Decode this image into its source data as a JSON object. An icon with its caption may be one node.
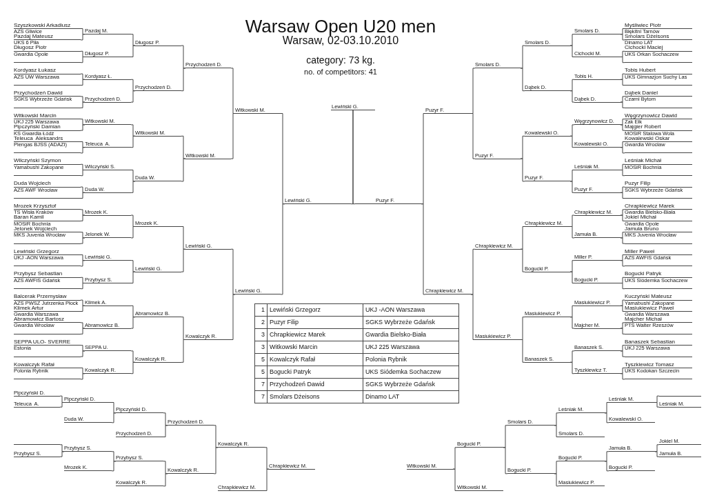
{
  "diagram": {
    "title": "Warsaw Open U20 men",
    "nodes": [
      {
        "text": [
          "Szyszkowski Arkadiusz",
          "AZS Gliwice"
        ]
      },
      {
        "text": [
          "Pazdaj Mateusz",
          "UKS 6 Piła"
        ]
      },
      {
        "text": [
          "Długosz Piotr",
          "Gwardia Opole"
        ]
      },
      {
        "text": [],
        "shape": "line"
      },
      {
        "text": [
          "Kordyasz Łukasz",
          "AZS UW Warszawa"
        ]
      },
      {
        "text": [],
        "shape": "line"
      },
      {
        "text": [
          "Przychodzeń Dawid",
          "SGKS Wybrzeże Gdańsk"
        ]
      },
      {
        "text": [],
        "shape": "line"
      },
      {
        "text": [
          "Witkowski Marcin",
          "UKJ 225 Warszawa"
        ]
      },
      {
        "text": [
          "Pipczyński Damian",
          "KS Gwardia Łódź"
        ]
      },
      {
        "text": [
          "Teleuca  Aleksandrs",
          "Piengas BJSS (ADAZI)"
        ]
      },
      {
        "text": [],
        "shape": "line"
      },
      {
        "text": [
          "Wilczyński Szymon",
          "Yamabushi Zakopane"
        ]
      },
      {
        "text": [],
        "shape": "line"
      },
      {
        "text": [
          "Duda Wojciech",
          "AZS AWF Wrocław"
        ]
      },
      {
        "text": [],
        "shape": "line"
      },
      {
        "text": [
          "Mrozek Krzysztof",
          "TS Wisła Kraków"
        ]
      },
      {
        "text": [
          "Baran Kamil",
          "MOSiR Bochnia"
        ]
      },
      {
        "text": [
          "Jelonek Wojciech",
          "MKS Juvenia Wrocław"
        ]
      },
      {
        "text": [],
        "shape": "line"
      },
      {
        "text": [
          "Lewiński Grzegorz",
          "UKJ -AON Warszawa"
        ]
      },
      {
        "text": [],
        "shape": "line"
      },
      {
        "text": [
          "Przybysz Sebastian",
          "AZS AWFiS Gdańsk"
        ]
      },
      {
        "text": [],
        "shape": "line"
      },
      {
        "text": [
          "Balcerak Przemysław",
          "AZS PWSZ Jutrzenka Płock"
        ]
      },
      {
        "text": [
          "Klimek Artur",
          "Gwardia Warszawa"
        ]
      },
      {
        "text": [
          "Abramowicz Bartosz",
          "Gwardia Wrocław"
        ]
      },
      {
        "text": [],
        "shape": "line"
      },
      {
        "text": [
          "SEPPA ULO- SVERRE",
          "Estonia"
        ]
      },
      {
        "text": [],
        "shape": "line"
      },
      {
        "text": [
          "Kowalczyk Rafał",
          "Polonia Rybnik"
        ]
      },
      {
        "text": [],
        "shape": "line"
      },
      {
        "text": [
          "Pazdaj M."
        ]
      },
      {
        "text": [
          "Długosz P."
        ]
      },
      {
        "text": [
          "Kordyasz Ł."
        ]
      },
      {
        "text": [
          "Przychodzeń D."
        ]
      },
      {
        "text": [
          "Witkowski M."
        ]
      },
      {
        "text": [
          "Teleuca  A."
        ]
      },
      {
        "text": [
          "Wilczyński S."
        ]
      },
      {
        "text": [
          "Duda W."
        ]
      },
      {
        "text": [
          "Mrozek K."
        ]
      },
      {
        "text": [
          "Jelonek W."
        ]
      },
      {
        "text": [
          "Lewiński G."
        ]
      },
      {
        "text": [
          "Przybysz S."
        ]
      },
      {
        "text": [
          "Klimek A."
        ]
      },
      {
        "text": [
          "Abramowicz B."
        ]
      },
      {
        "text": [
          "SEPPA U."
        ]
      },
      {
        "text": [
          "Kowalczyk R."
        ]
      },
      {
        "text": [
          "Długosz P."
        ]
      },
      {
        "text": [
          "Przychodzeń D."
        ]
      },
      {
        "text": [
          "Witkowski M."
        ]
      },
      {
        "text": [
          "Duda W."
        ]
      },
      {
        "text": [
          "Mrozek K."
        ]
      },
      {
        "text": [
          "Lewiński G."
        ]
      },
      {
        "text": [
          "Abramowicz B."
        ]
      },
      {
        "text": [
          "Kowalczyk R."
        ]
      },
      {
        "text": [
          "Przychodzeń D."
        ]
      },
      {
        "text": [
          "Witkowski M."
        ]
      },
      {
        "text": [
          "Lewiński G."
        ]
      },
      {
        "text": [
          "Kowalczyk R."
        ]
      },
      {
        "text": [
          "Witkowski M."
        ]
      },
      {
        "text": [
          "Lewiński G."
        ]
      },
      {
        "text": [
          "Lewiński G."
        ]
      },
      {
        "text": [
          "Lewiński G."
        ]
      },
      {
        "text": [
          "Puzyr F."
        ]
      },
      {
        "text": [
          "Puzyr F."
        ]
      },
      {
        "text": [
          "Chrapkiewicz M."
        ]
      },
      {
        "text": [
          "Smolars D."
        ]
      },
      {
        "text": [
          "Puzyr F."
        ]
      },
      {
        "text": [
          "Chrapkiewicz M."
        ]
      },
      {
        "text": [
          "Masiukiewicz P."
        ]
      },
      {
        "text": [
          "Smolars D."
        ]
      },
      {
        "text": [
          "Dąbek D."
        ]
      },
      {
        "text": [
          "Kowalewski O."
        ]
      },
      {
        "text": [
          "Puzyr F."
        ]
      },
      {
        "text": [
          "Chrapkiewicz M."
        ]
      },
      {
        "text": [
          "Bogucki P."
        ]
      },
      {
        "text": [
          "Masiukiewicz P."
        ]
      },
      {
        "text": [
          "Banaszek S."
        ]
      },
      {
        "text": [
          "Smolars D."
        ]
      },
      {
        "text": [
          "Cichocki M."
        ]
      },
      {
        "text": [
          "Tobis H."
        ]
      },
      {
        "text": [
          "Dąbek D."
        ]
      },
      {
        "text": [
          "Węgrzynowicz D."
        ]
      },
      {
        "text": [
          "Kowalewski O."
        ]
      },
      {
        "text": [
          "Leśniak M."
        ]
      },
      {
        "text": [
          "Puzyr F."
        ]
      },
      {
        "text": [
          "Chrapkiewicz M."
        ]
      },
      {
        "text": [
          "Jamuła B."
        ]
      },
      {
        "text": [
          "Miller P."
        ]
      },
      {
        "text": [
          "Bogucki P."
        ]
      },
      {
        "text": [
          "Masiukiewicz P."
        ]
      },
      {
        "text": [
          "Majcher M."
        ]
      },
      {
        "text": [
          "Banaszek S."
        ]
      },
      {
        "text": [
          "Tyszkiewicz T."
        ]
      },
      {
        "text": [
          "Myśliwiec Piotr",
          "Błękitni Tarnów"
        ]
      },
      {
        "text": [
          "Smolars Dżeisons",
          "Dinamo LAT"
        ]
      },
      {
        "text": [
          "Cichocki Maciej",
          "UKS Orkan Sochaczew"
        ]
      },
      {
        "text": [],
        "shape": "line"
      },
      {
        "text": [
          "Tobis Hubert",
          "UKS Gimnazjon Suchy Las"
        ]
      },
      {
        "text": [],
        "shape": "line"
      },
      {
        "text": [
          "Dąbek Daniel",
          "Czarni Bytom"
        ]
      },
      {
        "text": [],
        "shape": "line"
      },
      {
        "text": [
          "Węgrzynowicz Dawid",
          "Zak Ełk"
        ]
      },
      {
        "text": [
          "Majgier Robert",
          "MOSiR Stalowa Wola"
        ]
      },
      {
        "text": [
          "Kowalewski Oskar",
          "Gwardia Wrocław"
        ]
      },
      {
        "text": [],
        "shape": "line"
      },
      {
        "text": [
          "Leśniak Michał",
          "MOSiR Bochnia"
        ]
      },
      {
        "text": [],
        "shape": "line"
      },
      {
        "text": [
          "Puzyr Filip",
          "SGKS Wybrzeże Gdańsk"
        ]
      },
      {
        "text": [],
        "shape": "line"
      },
      {
        "text": [
          "Chrapkiewicz Marek",
          "Gwardia Bielsko-Biała"
        ]
      },
      {
        "text": [
          "Jokiel Michał",
          "Gwardia Opole"
        ]
      },
      {
        "text": [
          "Jamuła Bruno",
          "MKS Juvenia Wrocław"
        ]
      },
      {
        "text": [],
        "shape": "line"
      },
      {
        "text": [
          "Miller Paweł",
          "AZS AWFiS Gdańsk"
        ]
      },
      {
        "text": [],
        "shape": "line"
      },
      {
        "text": [
          "Bogucki Patryk",
          "UKS Siódemka Sochaczew"
        ]
      },
      {
        "text": [],
        "shape": "line"
      },
      {
        "text": [
          "Kuczyński Mateusz",
          "Yamabushi Zakopane"
        ]
      },
      {
        "text": [
          "Masiukiewicz Paweł",
          "Gwardia Warszawa"
        ]
      },
      {
        "text": [
          "Majcher Michał",
          "PTS Walter Rzeszów"
        ]
      },
      {
        "text": [],
        "shape": "line"
      },
      {
        "text": [
          "Banaszek Sebastian",
          "UKJ 225 Warszawa"
        ]
      },
      {
        "text": [],
        "shape": "line"
      },
      {
        "text": [
          "Tyszkiewicz Tomasz",
          "UKS Kodokan Szczecin"
        ]
      },
      {
        "text": [],
        "shape": "line"
      },
      {
        "text": [
          "Pipczyński D."
        ]
      },
      {
        "text": [
          "Teleuca  A."
        ]
      },
      {
        "text": [],
        "shape": "line"
      },
      {
        "text": [
          "Przybysz S."
        ]
      },
      {
        "text": [
          "Pipczyński D."
        ]
      },
      {
        "text": [
          "Duda W."
        ]
      },
      {
        "text": [
          "Przybysz S."
        ]
      },
      {
        "text": [
          "Mrozek K."
        ]
      },
      {
        "text": [
          "Pipczyński D."
        ]
      },
      {
        "text": [
          "Przychodzeń D."
        ]
      },
      {
        "text": [
          "Przybysz S."
        ]
      },
      {
        "text": [
          "Kowalczyk R."
        ]
      },
      {
        "text": [
          "Przychodzeń D."
        ]
      },
      {
        "text": [
          "Kowalczyk R."
        ]
      },
      {
        "text": [
          "Kowalczyk R."
        ]
      },
      {
        "text": [
          "Chrapkiewicz M."
        ]
      },
      {
        "text": [
          "Chrapkiewicz M."
        ]
      },
      {
        "text": [
          "Witkowski M."
        ]
      },
      {
        "text": [
          "Bogucki P."
        ]
      },
      {
        "text": [
          "Witkowski M."
        ]
      },
      {
        "text": [
          "Smolars D."
        ]
      },
      {
        "text": [
          "Bogucki P."
        ]
      },
      {
        "text": [
          "Leśniak M."
        ]
      },
      {
        "text": [
          "Smolars D."
        ]
      },
      {
        "text": [
          "Bogucki P."
        ]
      },
      {
        "text": [
          "Masiukiewicz P."
        ]
      },
      {
        "text": [
          "Leśniak M."
        ]
      },
      {
        "text": [
          "Kowalewski O."
        ]
      },
      {
        "text": [
          "Jamuła B."
        ]
      },
      {
        "text": [
          "Bogucki P."
        ]
      },
      {
        "text": [],
        "shape": "line"
      },
      {
        "text": [
          "Leśniak M."
        ]
      },
      {
        "text": [
          "Jokiel M."
        ]
      },
      {
        "text": [
          "Jamuła B."
        ]
      }
    ],
    "edges": [
      {
        "from": 0,
        "to": 32,
        "arrow": "none"
      },
      {
        "from": 1,
        "to": 32,
        "arrow": "none"
      },
      {
        "from": 2,
        "to": 33,
        "arrow": "none"
      },
      {
        "from": 3,
        "to": 33,
        "arrow": "none"
      },
      {
        "from": 4,
        "to": 34,
        "arrow": "none"
      },
      {
        "from": 5,
        "to": 34,
        "arrow": "none"
      },
      {
        "from": 6,
        "to": 35,
        "arrow": "none"
      },
      {
        "from": 7,
        "to": 35,
        "arrow": "none"
      },
      {
        "from": 8,
        "to": 36,
        "arrow": "none"
      },
      {
        "from": 9,
        "to": 36,
        "arrow": "none"
      },
      {
        "from": 10,
        "to": 37,
        "arrow": "none"
      },
      {
        "from": 11,
        "to": 37,
        "arrow": "none"
      },
      {
        "from": 12,
        "to": 38,
        "arrow": "none"
      },
      {
        "from": 13,
        "to": 38,
        "arrow": "none"
      },
      {
        "from": 14,
        "to": 39,
        "arrow": "none"
      },
      {
        "from": 15,
        "to": 39,
        "arrow": "none"
      },
      {
        "from": 16,
        "to": 40,
        "arrow": "none"
      },
      {
        "from": 17,
        "to": 40,
        "arrow": "none"
      },
      {
        "from": 18,
        "to": 41,
        "arrow": "none"
      },
      {
        "from": 19,
        "to": 41,
        "arrow": "none"
      },
      {
        "from": 20,
        "to": 42,
        "arrow": "none"
      },
      {
        "from": 21,
        "to": 42,
        "arrow": "none"
      },
      {
        "from": 22,
        "to": 43,
        "arrow": "none"
      },
      {
        "from": 23,
        "to": 43,
        "arrow": "none"
      },
      {
        "from": 24,
        "to": 44,
        "arrow": "none"
      },
      {
        "from": 25,
        "to": 44,
        "arrow": "none"
      },
      {
        "from": 26,
        "to": 45,
        "arrow": "none"
      },
      {
        "from": 27,
        "to": 45,
        "arrow": "none"
      },
      {
        "from": 28,
        "to": 46,
        "arrow": "none"
      },
      {
        "from": 29,
        "to": 46,
        "arrow": "none"
      },
      {
        "from": 30,
        "to": 47,
        "arrow": "none"
      },
      {
        "from": 31,
        "to": 47,
        "arrow": "none"
      },
      {
        "from": 32,
        "to": 48,
        "arrow": "none"
      },
      {
        "from": 33,
        "to": 48,
        "arrow": "none"
      },
      {
        "from": 34,
        "to": 49,
        "arrow": "none"
      },
      {
        "from": 35,
        "to": 49,
        "arrow": "none"
      },
      {
        "from": 36,
        "to": 50,
        "arrow": "none"
      },
      {
        "from": 37,
        "to": 50,
        "arrow": "none"
      },
      {
        "from": 38,
        "to": 51,
        "arrow": "none"
      },
      {
        "from": 39,
        "to": 51,
        "arrow": "none"
      },
      {
        "from": 40,
        "to": 52,
        "arrow": "none"
      },
      {
        "from": 41,
        "to": 52,
        "arrow": "none"
      },
      {
        "from": 42,
        "to": 53,
        "arrow": "none"
      },
      {
        "from": 43,
        "to": 53,
        "arrow": "none"
      },
      {
        "from": 44,
        "to": 54,
        "arrow": "none"
      },
      {
        "from": 45,
        "to": 54,
        "arrow": "none"
      },
      {
        "from": 46,
        "to": 55,
        "arrow": "none"
      },
      {
        "from": 47,
        "to": 55,
        "arrow": "none"
      },
      {
        "from": 48,
        "to": 56,
        "arrow": "none"
      },
      {
        "from": 49,
        "to": 56,
        "arrow": "none"
      },
      {
        "from": 50,
        "to": 57,
        "arrow": "none"
      },
      {
        "from": 51,
        "to": 57,
        "arrow": "none"
      },
      {
        "from": 52,
        "to": 58,
        "arrow": "none"
      },
      {
        "from": 53,
        "to": 58,
        "arrow": "none"
      },
      {
        "from": 54,
        "to": 59,
        "arrow": "none"
      },
      {
        "from": 55,
        "to": 59,
        "arrow": "none"
      },
      {
        "from": 56,
        "to": 60,
        "arrow": "none"
      },
      {
        "from": 57,
        "to": 60,
        "arrow": "none"
      },
      {
        "from": 58,
        "to": 61,
        "arrow": "none"
      },
      {
        "from": 59,
        "to": 61,
        "arrow": "none"
      },
      {
        "from": 60,
        "to": 62,
        "arrow": "none"
      },
      {
        "from": 61,
        "to": 62,
        "arrow": "none"
      },
      {
        "from": 62,
        "to": 63,
        "arrow": "none"
      },
      {
        "from": 64,
        "to": 63,
        "arrow": "none"
      },
      {
        "from": 65,
        "to": 64,
        "arrow": "none"
      },
      {
        "from": 66,
        "to": 64,
        "arrow": "none"
      },
      {
        "from": 67,
        "to": 65,
        "arrow": "none"
      },
      {
        "from": 68,
        "to": 65,
        "arrow": "none"
      },
      {
        "from": 69,
        "to": 66,
        "arrow": "none"
      },
      {
        "from": 70,
        "to": 66,
        "arrow": "none"
      },
      {
        "from": 71,
        "to": 67,
        "arrow": "none"
      },
      {
        "from": 72,
        "to": 67,
        "arrow": "none"
      },
      {
        "from": 73,
        "to": 68,
        "arrow": "none"
      },
      {
        "from": 74,
        "to": 68,
        "arrow": "none"
      },
      {
        "from": 75,
        "to": 69,
        "arrow": "none"
      },
      {
        "from": 76,
        "to": 69,
        "arrow": "none"
      },
      {
        "from": 77,
        "to": 70,
        "arrow": "none"
      },
      {
        "from": 78,
        "to": 70,
        "arrow": "none"
      },
      {
        "from": 79,
        "to": 71,
        "arrow": "none"
      },
      {
        "from": 80,
        "to": 71,
        "arrow": "none"
      },
      {
        "from": 81,
        "to": 72,
        "arrow": "none"
      },
      {
        "from": 82,
        "to": 72,
        "arrow": "none"
      },
      {
        "from": 83,
        "to": 73,
        "arrow": "none"
      },
      {
        "from": 84,
        "to": 73,
        "arrow": "none"
      },
      {
        "from": 85,
        "to": 74,
        "arrow": "none"
      },
      {
        "from": 86,
        "to": 74,
        "arrow": "none"
      },
      {
        "from": 87,
        "to": 75,
        "arrow": "none"
      },
      {
        "from": 88,
        "to": 75,
        "arrow": "none"
      },
      {
        "from": 89,
        "to": 76,
        "arrow": "none"
      },
      {
        "from": 90,
        "to": 76,
        "arrow": "none"
      },
      {
        "from": 91,
        "to": 77,
        "arrow": "none"
      },
      {
        "from": 92,
        "to": 77,
        "arrow": "none"
      },
      {
        "from": 93,
        "to": 78,
        "arrow": "none"
      },
      {
        "from": 94,
        "to": 78,
        "arrow": "none"
      },
      {
        "from": 95,
        "to": 79,
        "arrow": "none"
      },
      {
        "from": 96,
        "to": 79,
        "arrow": "none"
      },
      {
        "from": 97,
        "to": 80,
        "arrow": "none"
      },
      {
        "from": 98,
        "to": 80,
        "arrow": "none"
      },
      {
        "from": 99,
        "to": 81,
        "arrow": "none"
      },
      {
        "from": 100,
        "to": 81,
        "arrow": "none"
      },
      {
        "from": 101,
        "to": 82,
        "arrow": "none"
      },
      {
        "from": 102,
        "to": 82,
        "arrow": "none"
      },
      {
        "from": 103,
        "to": 83,
        "arrow": "none"
      },
      {
        "from": 104,
        "to": 83,
        "arrow": "none"
      },
      {
        "from": 105,
        "to": 84,
        "arrow": "none"
      },
      {
        "from": 106,
        "to": 84,
        "arrow": "none"
      },
      {
        "from": 107,
        "to": 85,
        "arrow": "none"
      },
      {
        "from": 108,
        "to": 85,
        "arrow": "none"
      },
      {
        "from": 109,
        "to": 86,
        "arrow": "none"
      },
      {
        "from": 110,
        "to": 86,
        "arrow": "none"
      },
      {
        "from": 111,
        "to": 87,
        "arrow": "none"
      },
      {
        "from": 112,
        "to": 87,
        "arrow": "none"
      },
      {
        "from": 113,
        "to": 88,
        "arrow": "none"
      },
      {
        "from": 114,
        "to": 88,
        "arrow": "none"
      },
      {
        "from": 115,
        "to": 89,
        "arrow": "none"
      },
      {
        "from": 116,
        "to": 89,
        "arrow": "none"
      },
      {
        "from": 117,
        "to": 90,
        "arrow": "none"
      },
      {
        "from": 118,
        "to": 90,
        "arrow": "none"
      },
      {
        "from": 119,
        "to": 91,
        "arrow": "none"
      },
      {
        "from": 120,
        "to": 91,
        "arrow": "none"
      },
      {
        "from": 121,
        "to": 92,
        "arrow": "none"
      },
      {
        "from": 122,
        "to": 92,
        "arrow": "none"
      },
      {
        "from": 123,
        "to": 93,
        "arrow": "none"
      },
      {
        "from": 124,
        "to": 93,
        "arrow": "none"
      },
      {
        "from": 125,
        "to": 94,
        "arrow": "none"
      },
      {
        "from": 126,
        "to": 94,
        "arrow": "none"
      },
      {
        "from": 127,
        "to": 131,
        "arrow": "none"
      },
      {
        "from": 128,
        "to": 131,
        "arrow": "none"
      },
      {
        "from": 129,
        "to": 133,
        "arrow": "none"
      },
      {
        "from": 130,
        "to": 133,
        "arrow": "none"
      },
      {
        "from": 131,
        "to": 135,
        "arrow": "none"
      },
      {
        "from": 132,
        "to": 135,
        "arrow": "none"
      },
      {
        "from": 133,
        "to": 137,
        "arrow": "none"
      },
      {
        "from": 134,
        "to": 137,
        "arrow": "none"
      },
      {
        "from": 135,
        "to": 139,
        "arrow": "none"
      },
      {
        "from": 136,
        "to": 139,
        "arrow": "none"
      },
      {
        "from": 137,
        "to": 140,
        "arrow": "none"
      },
      {
        "from": 138,
        "to": 140,
        "arrow": "none"
      },
      {
        "from": 139,
        "to": 141,
        "arrow": "none"
      },
      {
        "from": 140,
        "to": 141,
        "arrow": "none"
      },
      {
        "from": 141,
        "to": 143,
        "arrow": "none"
      },
      {
        "from": 142,
        "to": 143,
        "arrow": "none"
      },
      {
        "from": 157,
        "to": 153,
        "arrow": "none"
      },
      {
        "from": 158,
        "to": 153,
        "arrow": "none"
      },
      {
        "from": 159,
        "to": 155,
        "arrow": "none"
      },
      {
        "from": 160,
        "to": 155,
        "arrow": "none"
      },
      {
        "from": 153,
        "to": 149,
        "arrow": "none"
      },
      {
        "from": 154,
        "to": 149,
        "arrow": "none"
      },
      {
        "from": 155,
        "to": 151,
        "arrow": "none"
      },
      {
        "from": 156,
        "to": 151,
        "arrow": "none"
      },
      {
        "from": 149,
        "to": 147,
        "arrow": "none"
      },
      {
        "from": 150,
        "to": 147,
        "arrow": "none"
      },
      {
        "from": 151,
        "to": 148,
        "arrow": "none"
      },
      {
        "from": 152,
        "to": 148,
        "arrow": "none"
      },
      {
        "from": 147,
        "to": 145,
        "arrow": "none"
      },
      {
        "from": 148,
        "to": 145,
        "arrow": "none"
      },
      {
        "from": 145,
        "to": 144,
        "arrow": "none"
      },
      {
        "from": 146,
        "to": 144,
        "arrow": "none"
      }
    ],
    "labels": [
      "Warsaw, 02-03.10.2010",
      "category: 73 kg.",
      "no. of competitors: 41",
      "1",
      "Lewiński Grzegorz",
      "UKJ -AON Warszawa",
      "2",
      "Puzyr Filip",
      "SGKS Wybrzeże Gdańsk",
      "3",
      "Chrapkiewicz Marek",
      "Gwardia Bielsko-Biała",
      "3",
      "Witkowski Marcin",
      "UKJ 225 Warszawa",
      "5",
      "Kowalczyk Rafał",
      "Polonia Rybnik",
      "5",
      "Bogucki Patryk",
      "UKS Siódemka Sochaczew",
      "7",
      "Przychodzeń Dawid",
      "SGKS Wybrzeże Gdańsk",
      "7",
      "Smolars Dżeisons",
      "Dinamo LAT"
    ]
  }
}
